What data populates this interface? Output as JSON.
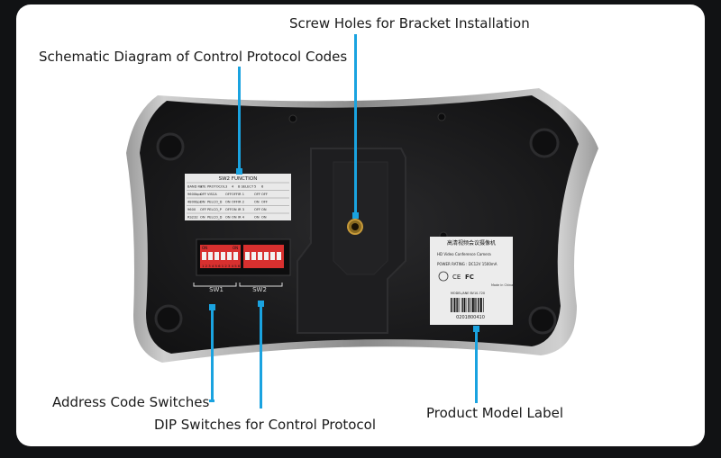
{
  "callouts": {
    "screw_holes": "Screw Holes for Bracket Installation",
    "schematic": "Schematic Diagram of Control Protocol Codes",
    "address_switches": "Address Code Switches",
    "dip_switches": "DIP Switches for Control Protocol",
    "model_label": "Product Model Label"
  },
  "device": {
    "sw2_title": "SW2 FUNCTION",
    "table_headers": [
      "BAND RATE",
      "1",
      "PROTOCOL",
      "3",
      "4",
      "B SELECT",
      "5",
      "6"
    ],
    "table_rows": [
      [
        "9600bps",
        "OFF",
        "VISCA",
        "OFF",
        "OFF",
        "IR 1",
        "OFF",
        "OFF"
      ],
      [
        "4800bps",
        "ON",
        "PELCO_D",
        "ON",
        "OFF",
        "IR 2",
        "ON",
        "OFF"
      ],
      [
        "9600",
        "OFF",
        "PELCO_P",
        "OFF",
        "ON",
        "IR 3",
        "OFF",
        "ON"
      ],
      [
        "RS232",
        "ON",
        "PELCO_D",
        "ON",
        "ON",
        "IR 4",
        "ON",
        "ON"
      ]
    ],
    "sw1_label": "SW1",
    "sw2_label": "SW2",
    "switch_on_left": "ON",
    "switch_on_right": "ON",
    "switch_numbers": "1 2 3 4 5 6 1 2 3 4 5 6",
    "label_chinese": "高清视频会议摄像机",
    "label_product": "HD Video Conference Camera",
    "label_power": "POWER RATING : DC12V 1500mA",
    "label_ce": "CE",
    "label_fc": "FC",
    "label_made": "Made in China",
    "label_model": "MODEL/ANE BV10-720",
    "label_serial": "0201800410"
  },
  "colors": {
    "leader": "#1aa3e0",
    "switch_red": "#d8302f",
    "device_body": "#1b1b1d",
    "device_rim": "#a9a9a9"
  }
}
